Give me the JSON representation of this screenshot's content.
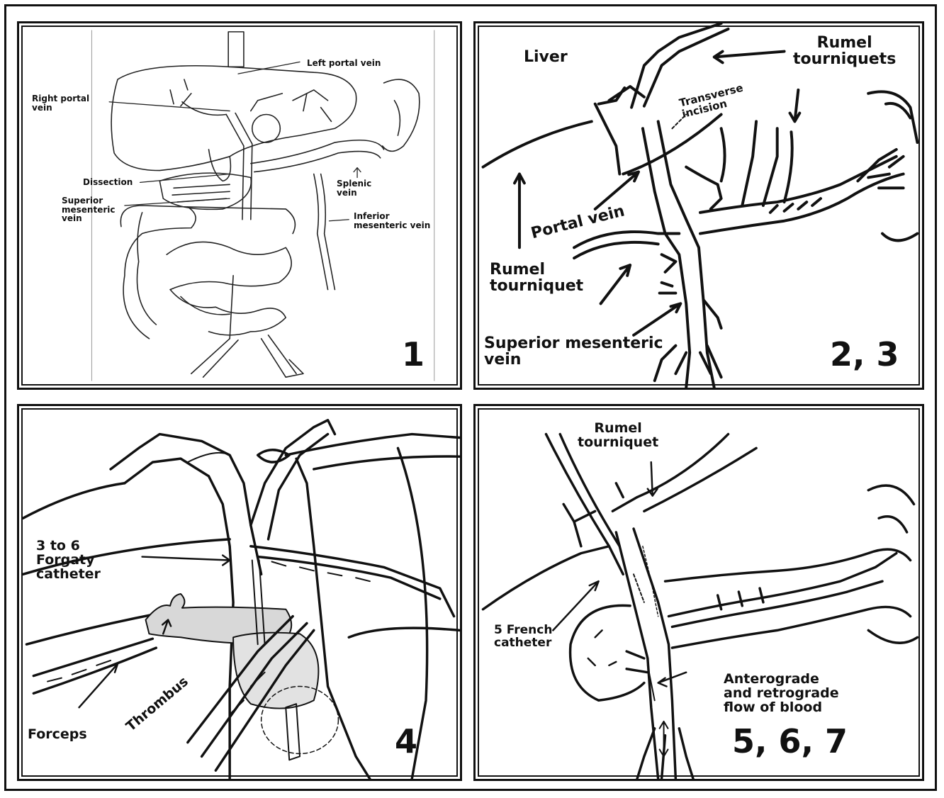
{
  "panels": [
    {
      "number": "1",
      "labels": {
        "left_portal_vein": "Left portal vein",
        "right_portal_vein": "Right portal\nvein",
        "dissection": "Dissection",
        "superior_mesenteric_vein": "Superior\nmesenteric\nvein",
        "splenic_vein": "Splenic\nvein",
        "inferior_mesenteric_vein": "Inferior\nmesenteric vein"
      }
    },
    {
      "number": "2, 3",
      "labels": {
        "liver": "Liver",
        "rumel_tourniquets": "Rumel\ntourniquets",
        "transverse_incision": "Transverse\nincision",
        "portal_vein": "Portal vein",
        "rumel_tourniquet": "Rumel\ntourniquet",
        "superior_mesenteric_vein": "Superior mesenteric\nvein"
      }
    },
    {
      "number": "4",
      "labels": {
        "forgaty_catheter": "3 to 6\nForgaty\ncatheter",
        "thrombus": "Thrombus",
        "forceps": "Forceps"
      }
    },
    {
      "number": "5, 6, 7",
      "labels": {
        "rumel_tourniquet": "Rumel\ntourniquet",
        "french_catheter": "5 French\ncatheter",
        "flow_of_blood": "Anterograde\nand retrograde\nflow of blood"
      }
    }
  ]
}
